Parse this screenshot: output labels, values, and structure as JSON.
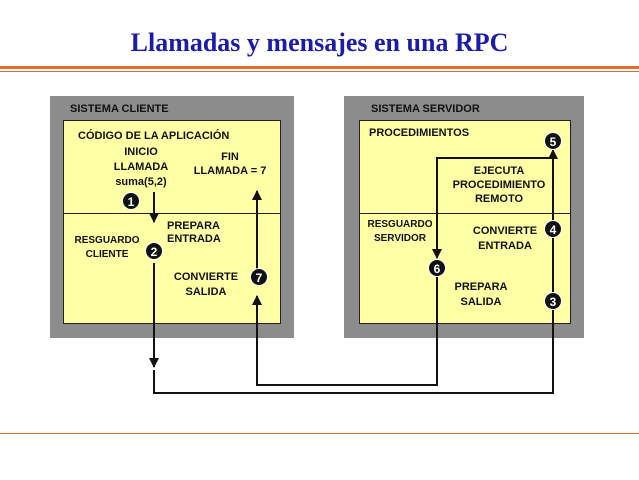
{
  "title": "Llamadas y mensajes en una RPC",
  "client": {
    "label": "SISTEMA CLIENTE",
    "app_code": "CÓDIGO DE LA APLICACIÓN",
    "start": [
      "INICIO",
      "LLAMADA",
      "suma(5,2)"
    ],
    "end": [
      "FIN",
      "LLAMADA = 7"
    ],
    "stub": [
      "RESGUARDO",
      "CLIENTE"
    ],
    "prepare_input": [
      "PREPARA",
      "ENTRADA"
    ],
    "convert_output": [
      "CONVIERTE",
      "SALIDA"
    ]
  },
  "server": {
    "label": "SISTEMA SERVIDOR",
    "procedures": "PROCEDIMIENTOS",
    "execute": [
      "EJECUTA",
      "PROCEDIMIENTO",
      "REMOTO"
    ],
    "stub": [
      "RESGUARDO",
      "SERVIDOR"
    ],
    "convert_input": [
      "CONVIERTE",
      "ENTRADA"
    ],
    "prepare_output": [
      "PREPARA",
      "SALIDA"
    ]
  },
  "steps": [
    "1",
    "2",
    "3",
    "4",
    "5",
    "6",
    "7"
  ]
}
